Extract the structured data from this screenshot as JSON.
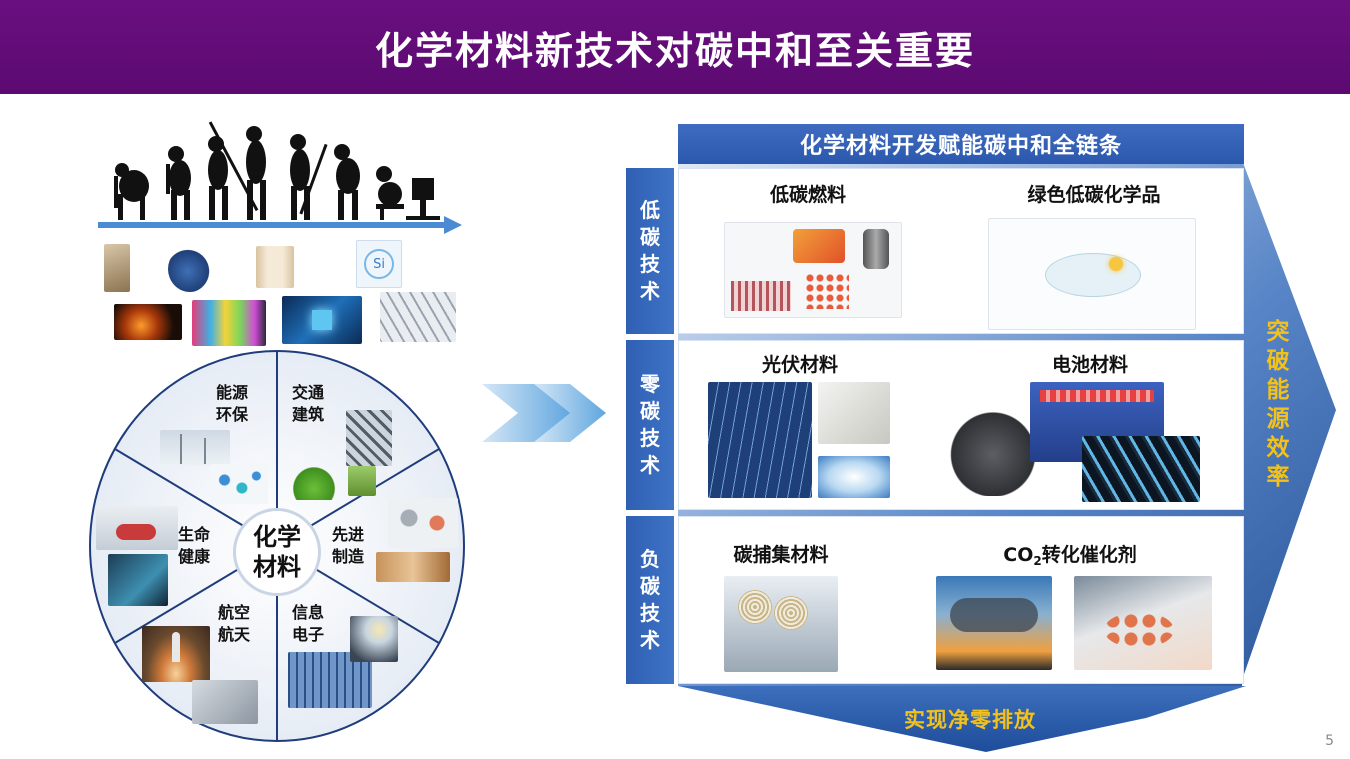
{
  "title": "化学材料新技术对碳中和至关重要",
  "page_number": "5",
  "left": {
    "center_label": [
      "化学",
      "材料"
    ],
    "segments": [
      {
        "id": "energy",
        "label": [
          "能源",
          "环保"
        ]
      },
      {
        "id": "transport",
        "label": [
          "交通",
          "建筑"
        ]
      },
      {
        "id": "manufacturing",
        "label": [
          "先进",
          "制造"
        ]
      },
      {
        "id": "electronics",
        "label": [
          "信息",
          "电子"
        ]
      },
      {
        "id": "aerospace",
        "label": [
          "航空",
          "航天"
        ]
      },
      {
        "id": "health",
        "label": [
          "生命",
          "健康"
        ]
      }
    ],
    "si_icon_text": "Si"
  },
  "right": {
    "header": "化学材料开发赋能碳中和全链条",
    "rows": [
      {
        "tab": [
          "低",
          "碳",
          "技",
          "术"
        ],
        "items": [
          "低碳燃料",
          "绿色低碳化学品"
        ]
      },
      {
        "tab": [
          "零",
          "碳",
          "技",
          "术"
        ],
        "items": [
          "光伏材料",
          "电池材料"
        ]
      },
      {
        "tab": [
          "负",
          "碳",
          "技",
          "术"
        ],
        "items": [
          "碳捕集材料"
        ]
      }
    ],
    "co2_item": {
      "prefix": "CO",
      "sub": "2",
      "suffix": "转化催化剂"
    },
    "side_label": [
      "突",
      "破",
      "能",
      "源",
      "效",
      "率"
    ],
    "bottom_label": "实现净零排放"
  },
  "colors": {
    "title_bg": "#5c0a72",
    "accent_blue": "#2b58ad",
    "highlight_yellow": "#f3c11c"
  }
}
